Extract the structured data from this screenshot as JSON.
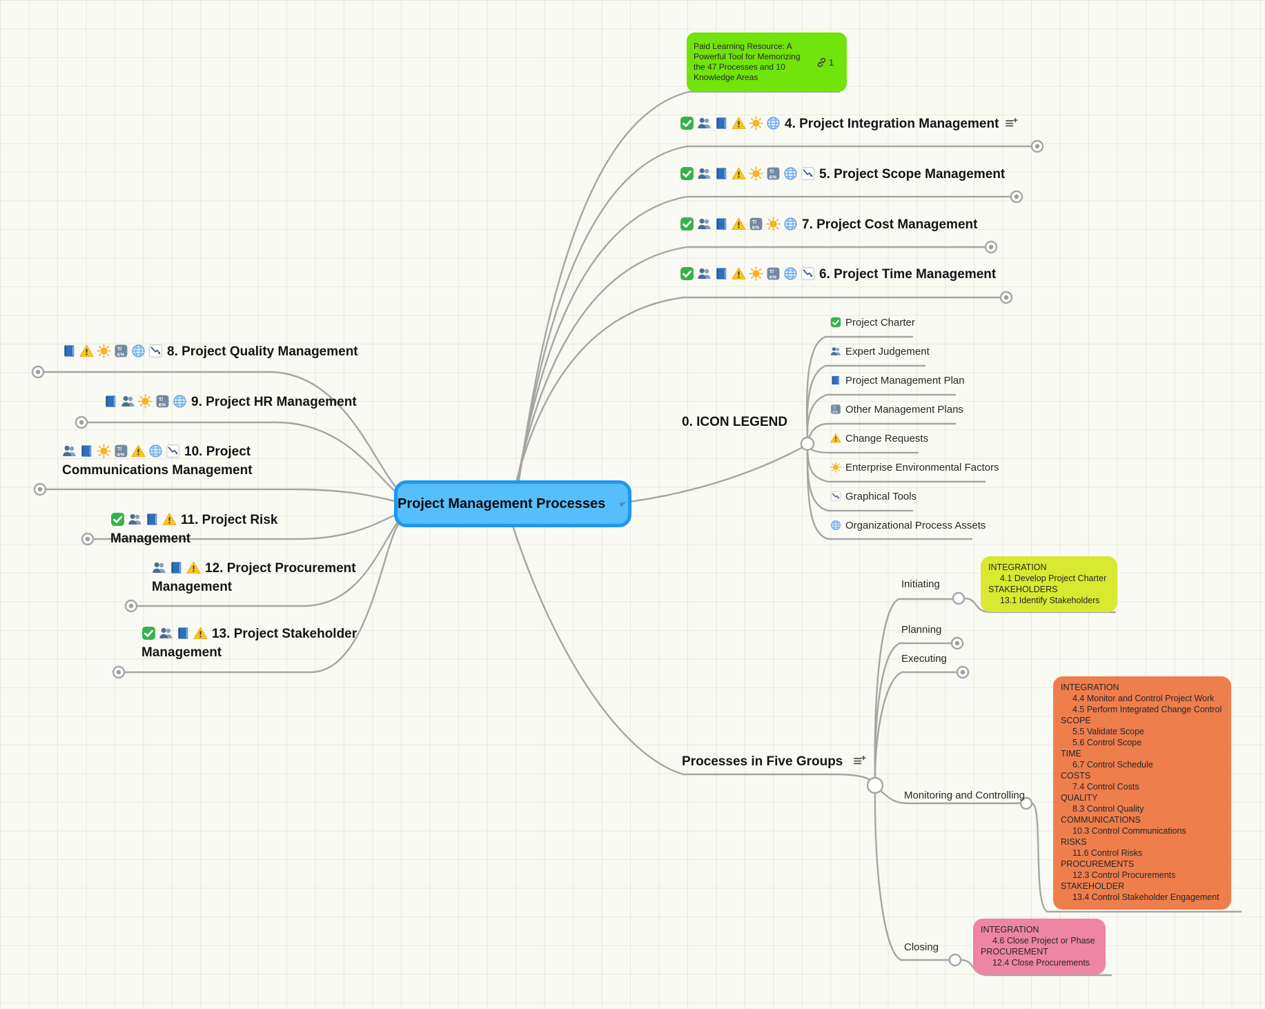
{
  "root": {
    "label": "Project Management Processes",
    "fill": "#56befb",
    "border": "#1d97f3",
    "has_notes": true
  },
  "note": {
    "text": "Paid Learning Resource: A Powerful Tool for Memorizing the 47 Processes and 10 Knowledge Areas",
    "link_count": "1",
    "color": "#71e40b"
  },
  "right_branches": [
    {
      "id": "integration",
      "label": "4. Project Integration Management",
      "icons": [
        "check",
        "people",
        "book",
        "warning",
        "sun",
        "globe"
      ],
      "has_notes": true
    },
    {
      "id": "scope",
      "label": "5. Project Scope Management",
      "icons": [
        "check",
        "people",
        "book",
        "warning",
        "sun",
        "symbols",
        "globe",
        "chart"
      ],
      "has_notes": false
    },
    {
      "id": "cost",
      "label": "7. Project Cost Management",
      "icons": [
        "check",
        "people",
        "book",
        "warning",
        "symbols",
        "sun",
        "globe"
      ],
      "has_notes": false
    },
    {
      "id": "time",
      "label": "6. Project Time Management",
      "icons": [
        "check",
        "people",
        "book",
        "warning",
        "sun",
        "symbols",
        "globe",
        "chart"
      ],
      "has_notes": false
    }
  ],
  "left_branches": [
    {
      "id": "quality",
      "label": "8. Project Quality Management",
      "icons": [
        "book",
        "warning",
        "sun",
        "symbols",
        "globe",
        "chart"
      ],
      "has_notes": false
    },
    {
      "id": "hr",
      "label": "9. Project HR Management",
      "icons": [
        "book",
        "people",
        "sun",
        "symbols",
        "globe"
      ],
      "has_notes": false
    },
    {
      "id": "communications",
      "label": "10. Project Communications Management",
      "icons": [
        "people",
        "book",
        "sun",
        "symbols",
        "warning",
        "globe",
        "chart"
      ],
      "has_notes": false
    },
    {
      "id": "risk",
      "label": "11. Project Risk Management",
      "icons": [
        "check",
        "people",
        "book",
        "warning"
      ],
      "has_notes": false
    },
    {
      "id": "procurement",
      "label": "12. Project Procurement Management",
      "icons": [
        "people",
        "book",
        "warning"
      ],
      "has_notes": false
    },
    {
      "id": "stakeholder",
      "label": "13. Project Stakeholder Management",
      "icons": [
        "check",
        "people",
        "book",
        "warning"
      ],
      "has_notes": false
    }
  ],
  "legend": {
    "title": "0. ICON LEGEND",
    "items": [
      {
        "icon": "check",
        "label": "Project Charter"
      },
      {
        "icon": "people",
        "label": "Expert Judgement"
      },
      {
        "icon": "book",
        "label": "Project Management Plan"
      },
      {
        "icon": "symbols",
        "label": "Other Management Plans"
      },
      {
        "icon": "warning",
        "label": "Change Requests"
      },
      {
        "icon": "sun",
        "label": "Enterprise Environmental Factors"
      },
      {
        "icon": "chart",
        "label": "Graphical Tools"
      },
      {
        "icon": "globe",
        "label": "Organizational Process Assets"
      }
    ]
  },
  "groups": {
    "title": "Processes in Five Groups",
    "has_notes": true,
    "items": [
      {
        "id": "initiating",
        "label": "Initiating",
        "collapsed": false
      },
      {
        "id": "planning",
        "label": "Planning",
        "collapsed": true
      },
      {
        "id": "executing",
        "label": "Executing",
        "collapsed": true
      },
      {
        "id": "monitoring",
        "label": "Monitoring and Controlling",
        "collapsed": false
      },
      {
        "id": "closing",
        "label": "Closing",
        "collapsed": false
      }
    ]
  },
  "group_boxes": {
    "initiating": {
      "color": "#d9e930",
      "lines": [
        {
          "text": "INTEGRATION",
          "indent": false
        },
        {
          "text": "4.1 Develop Project Charter",
          "indent": true
        },
        {
          "text": "STAKEHOLDERS",
          "indent": false
        },
        {
          "text": "13.1 Identify Stakeholders",
          "indent": true
        }
      ]
    },
    "monitoring": {
      "color": "#ef7e4d",
      "lines": [
        {
          "text": "INTEGRATION",
          "indent": false
        },
        {
          "text": "4.4 Monitor and Control Project Work",
          "indent": true
        },
        {
          "text": "4.5 Perform Integrated Change Control",
          "indent": true
        },
        {
          "text": "SCOPE",
          "indent": false
        },
        {
          "text": "5.5 Validate Scope",
          "indent": true
        },
        {
          "text": "5.6 Control Scope",
          "indent": true
        },
        {
          "text": "TIME",
          "indent": false
        },
        {
          "text": "6.7 Control Schedule",
          "indent": true
        },
        {
          "text": "COSTS",
          "indent": false
        },
        {
          "text": "7.4 Control Costs",
          "indent": true
        },
        {
          "text": "QUALITY",
          "indent": false
        },
        {
          "text": "8.3 Control Quality",
          "indent": true
        },
        {
          "text": "COMMUNICATIONS",
          "indent": false
        },
        {
          "text": "10.3 Control Communications",
          "indent": true
        },
        {
          "text": "RISKS",
          "indent": false
        },
        {
          "text": "11.6 Control Risks",
          "indent": true
        },
        {
          "text": "PROCUREMENTS",
          "indent": false
        },
        {
          "text": "12.3 Control Procurements",
          "indent": true
        },
        {
          "text": "STAKEHOLDER",
          "indent": false
        },
        {
          "text": "13.4 Control Stakeholder Engagement",
          "indent": true
        }
      ]
    },
    "closing": {
      "color": "#ee85a5",
      "lines": [
        {
          "text": "INTEGRATION",
          "indent": false
        },
        {
          "text": "4.6 Close Project or Phase",
          "indent": true
        },
        {
          "text": "PROCUREMENT",
          "indent": false
        },
        {
          "text": "12.4 Close Procurements",
          "indent": true
        }
      ]
    }
  },
  "colors": {
    "line": "#a5a5a5",
    "root_fill": "#56befb",
    "root_border": "#1d97f3",
    "note_green": "#71e40b",
    "initiating_box": "#d9e930",
    "monitoring_box": "#ef7e4d",
    "closing_box": "#ee85a5"
  }
}
